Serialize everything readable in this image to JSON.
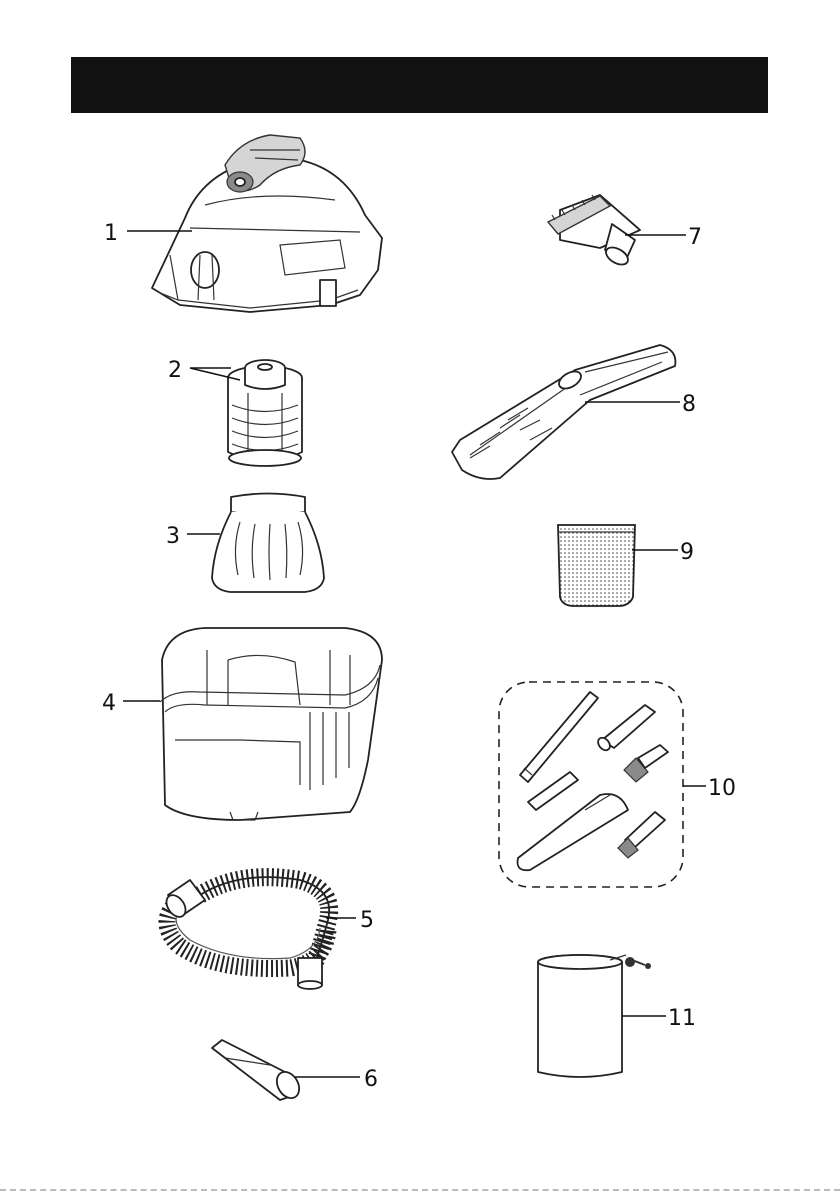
{
  "header": {
    "title": ""
  },
  "parts": [
    {
      "number": "1"
    },
    {
      "number": "2"
    },
    {
      "number": "3"
    },
    {
      "number": "4"
    },
    {
      "number": "5"
    },
    {
      "number": "6"
    },
    {
      "number": "7"
    },
    {
      "number": "8"
    },
    {
      "number": "9"
    },
    {
      "number": "10"
    },
    {
      "number": "11"
    }
  ]
}
